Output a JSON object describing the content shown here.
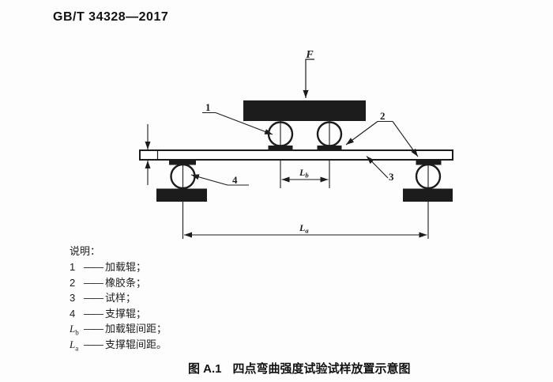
{
  "colors": {
    "ink": "#1c1c1c",
    "paper": "#fdfdfd"
  },
  "header": {
    "standard_number": "GB/T 34328—2017"
  },
  "diagram": {
    "force_label": "F",
    "callouts": {
      "loading_roller": "1",
      "rubber_strip": "2",
      "specimen": "3",
      "support_roller": "4"
    },
    "dims": {
      "loading_span_main": "L",
      "loading_span_sub": "b",
      "support_span_main": "L",
      "support_span_sub": "a"
    }
  },
  "legend": {
    "title": "说明：",
    "dash": "——",
    "items": [
      {
        "symbol": "1",
        "sub": "",
        "label": "加载辊；"
      },
      {
        "symbol": "2",
        "sub": "",
        "label": "橡胶条；"
      },
      {
        "symbol": "3",
        "sub": "",
        "label": "试样；"
      },
      {
        "symbol": "4",
        "sub": "",
        "label": "支撑辊；"
      },
      {
        "symbol": "L",
        "sub": "b",
        "label": "加载辊间距；"
      },
      {
        "symbol": "L",
        "sub": "a",
        "label": "支撑辊间距。"
      }
    ]
  },
  "caption": {
    "figure_number": "图 A.1",
    "title": "四点弯曲强度试验试样放置示意图"
  }
}
